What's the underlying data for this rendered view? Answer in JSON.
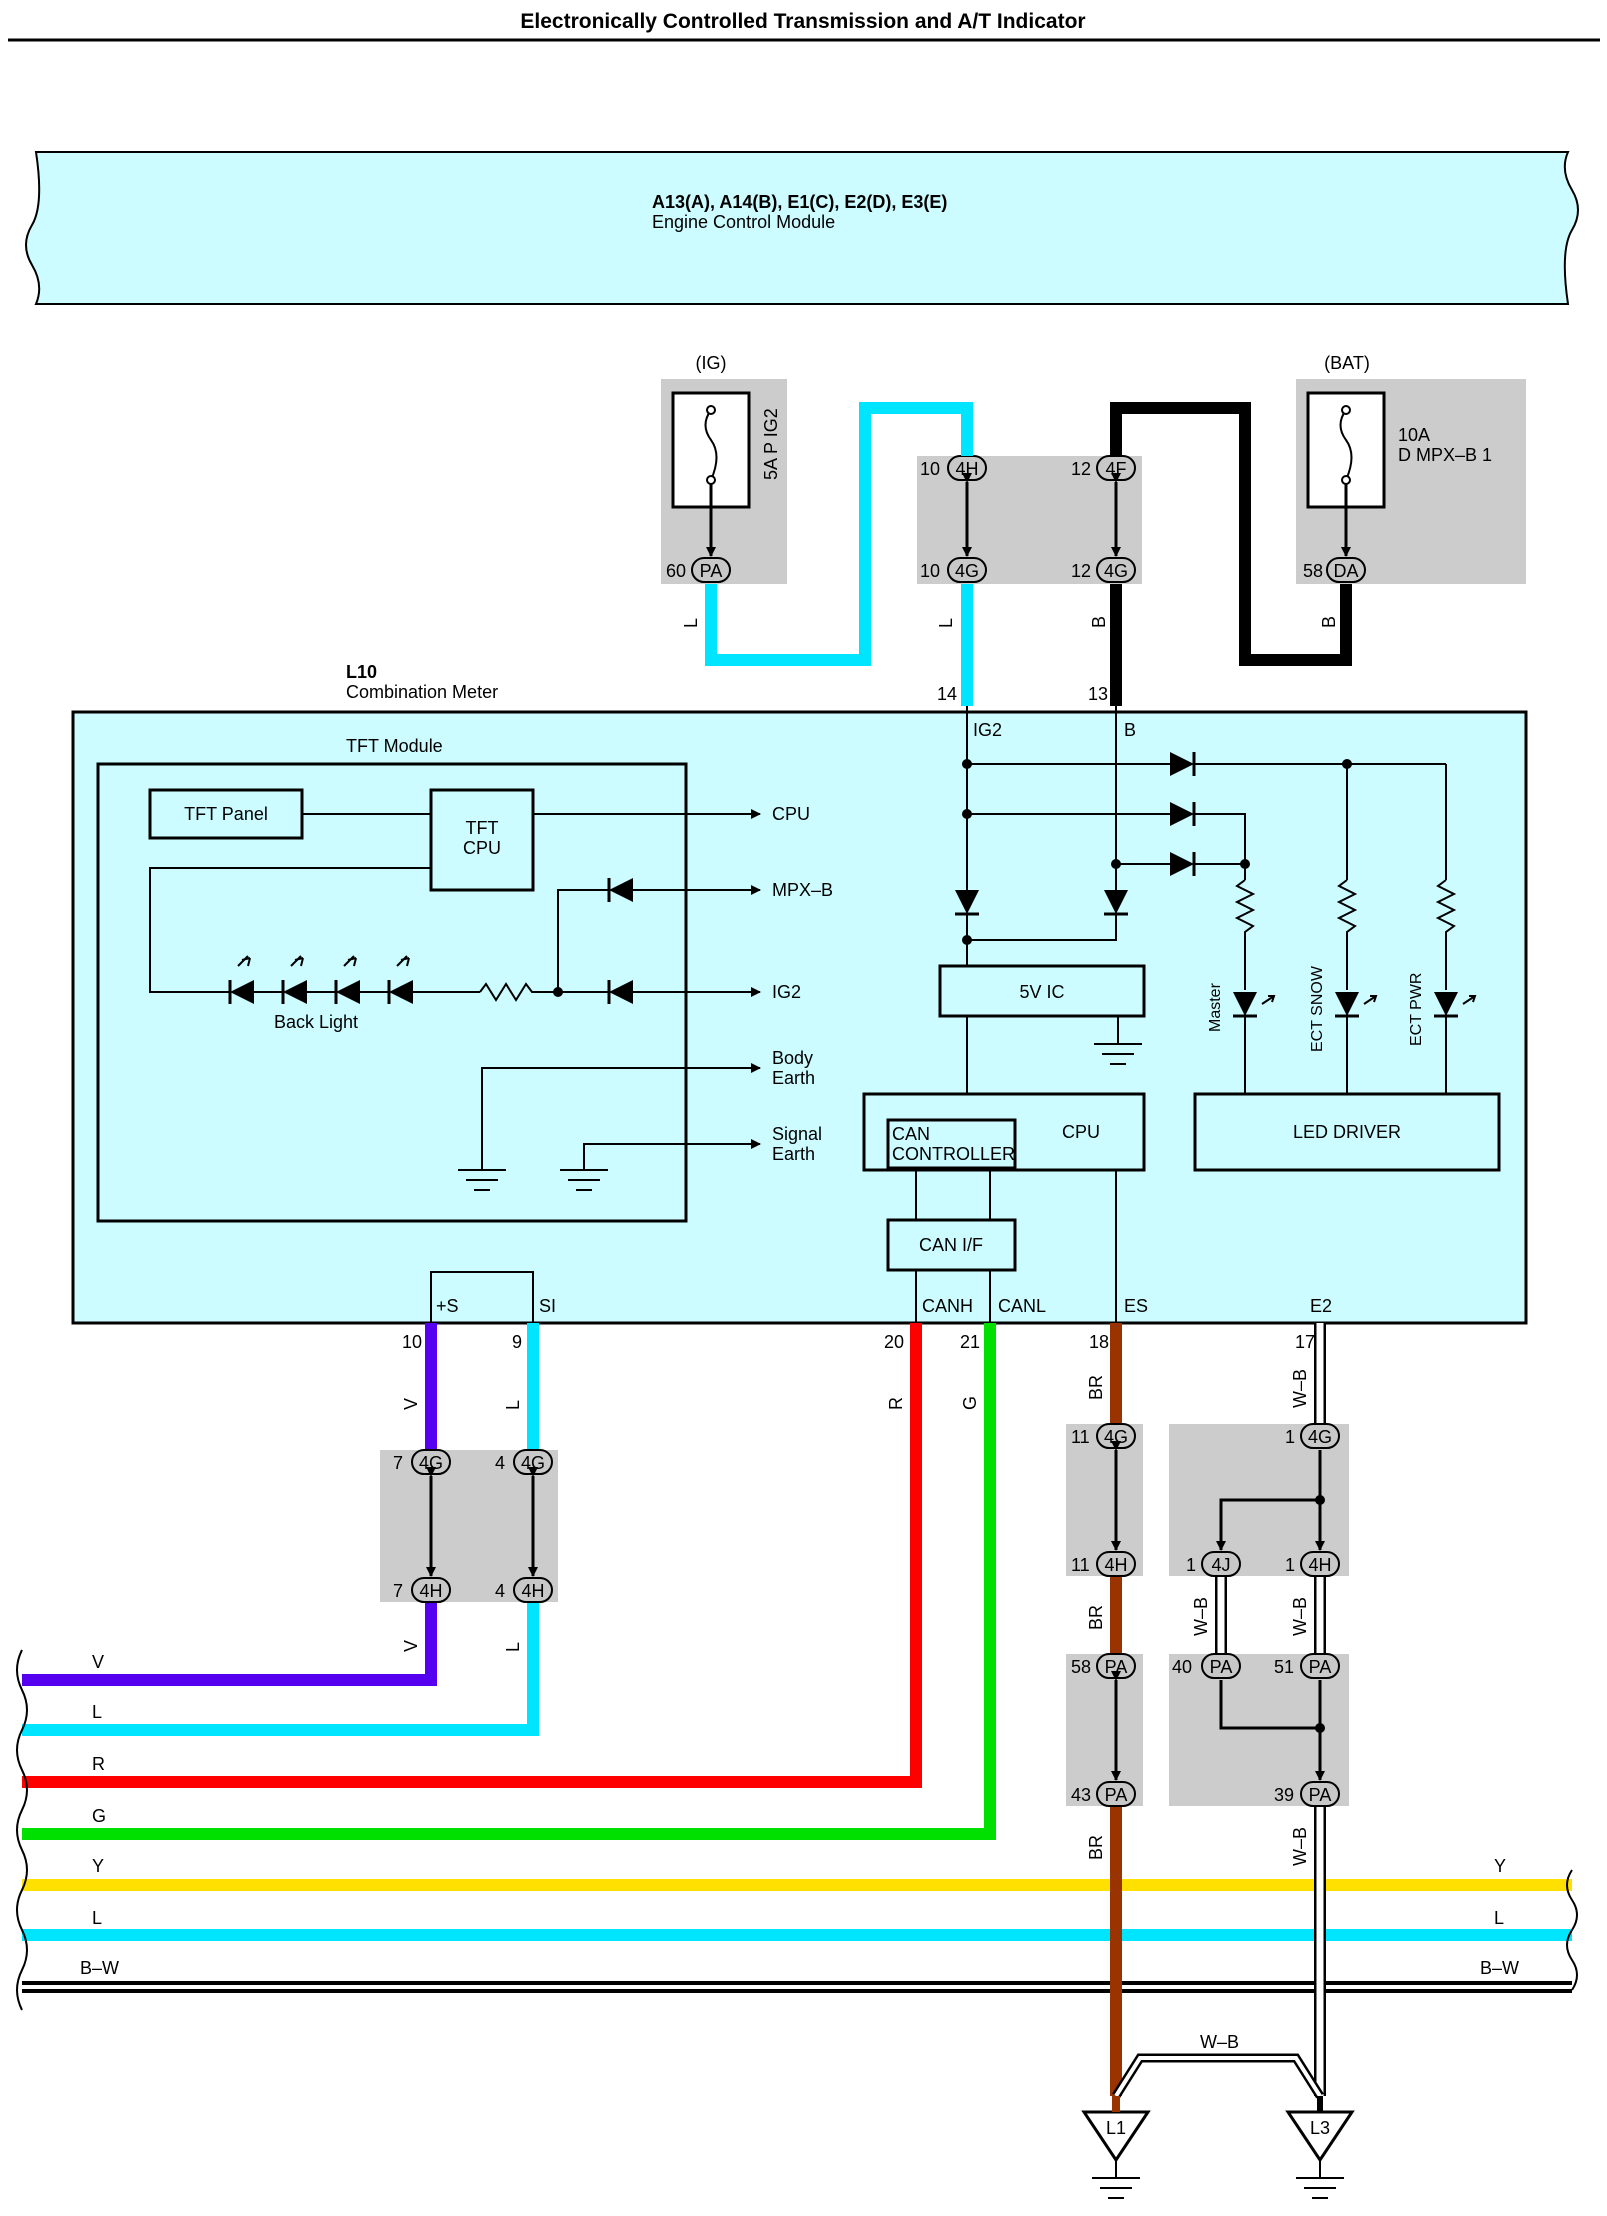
{
  "title": "Electronically Controlled Transmission and A/T Indicator",
  "ecm": {
    "connectors": "A13(A), A14(B), E1(C), E2(D), E3(E)",
    "name": "Engine Control Module"
  },
  "fuses": {
    "ig": {
      "group": "(IG)",
      "rating": "5A P IG2",
      "pin": "60",
      "conn": "PA"
    },
    "bat": {
      "group": "(BAT)",
      "rating": "10A",
      "name": "D MPX–B 1",
      "pin": "58",
      "conn": "DA"
    }
  },
  "junction_top": {
    "left": {
      "pin_top": "10",
      "conn_top": "4H",
      "pin_bot": "10",
      "conn_bot": "4G"
    },
    "right": {
      "pin_top": "12",
      "conn_top": "4F",
      "pin_bot": "12",
      "conn_bot": "4G"
    }
  },
  "wire_colors_top": {
    "ig_wire": "L",
    "ig2_wire": "L",
    "b_wire": "B",
    "bat_wire": "B"
  },
  "meter": {
    "id": "L10",
    "name": "Combination Meter",
    "pin_ig2": "14",
    "label_ig2": "IG2",
    "pin_b": "13",
    "label_b": "B",
    "tft_module": "TFT Module",
    "tft_panel": "TFT Panel",
    "tft_cpu_1": "TFT",
    "tft_cpu_2": "CPU",
    "out_cpu": "CPU",
    "out_mpxb": "MPX–B",
    "out_ig2": "IG2",
    "out_body_1": "Body",
    "out_body_2": "Earth",
    "out_signal_1": "Signal",
    "out_signal_2": "Earth",
    "back_light": "Back Light",
    "ic_5v": "5V IC",
    "cpu": "CPU",
    "can_ctrl_1": "CAN",
    "can_ctrl_2": "CONTROLLER",
    "can_if": "CAN I/F",
    "led_driver": "LED DRIVER",
    "ind_master": "Master",
    "ind_snow": "ECT SNOW",
    "ind_pwr": "ECT PWR",
    "term_s": "+S",
    "term_si": "SI",
    "term_canh": "CANH",
    "term_canl": "CANL",
    "term_es": "ES",
    "term_e2": "E2"
  },
  "bottom_pins": {
    "s": "10",
    "si": "9",
    "canh": "20",
    "canl": "21",
    "es": "18",
    "e2": "17"
  },
  "bottom_colors": {
    "s": "V",
    "si": "L",
    "canh": "R",
    "canl": "G",
    "es": "BR",
    "e2": "W–B"
  },
  "left_junction": {
    "pin_a_top": "7",
    "conn_a_top": "4G",
    "pin_b_top": "4",
    "conn_b_top": "4G",
    "pin_a_bot": "7",
    "conn_a_bot": "4H",
    "pin_b_bot": "4",
    "conn_b_bot": "4H"
  },
  "es_junction": {
    "pin1": "11",
    "conn1": "4G",
    "pin2": "11",
    "conn2": "4H",
    "pin3": "58",
    "conn3": "PA",
    "pin4": "43",
    "conn4": "PA"
  },
  "e2_junction": {
    "pin1": "1",
    "conn1": "4G",
    "pin_4j": "1",
    "conn_4j": "4J",
    "pin_4h": "1",
    "conn_4h": "4H",
    "pin_40": "40",
    "conn_40": "PA",
    "pin_51": "51",
    "conn_51": "PA",
    "pin_39": "39",
    "conn_39": "PA"
  },
  "bus": [
    {
      "label": "V",
      "color": "#5500ee"
    },
    {
      "label": "L",
      "color": "#00e5ff"
    },
    {
      "label": "R",
      "color": "#ff0000"
    },
    {
      "label": "G",
      "color": "#00e000"
    },
    {
      "label": "Y",
      "color": "#ffe000"
    },
    {
      "label": "L",
      "color": "#00e5ff"
    },
    {
      "label": "B–W",
      "color": "#000000"
    }
  ],
  "ground_wire": "W–B",
  "grounds": {
    "g1": "L1",
    "g3": "L3"
  },
  "colors": {
    "panel_fill": "#ccfcff",
    "cyan": "#00e5ff",
    "black": "#000000",
    "violet": "#5500ee",
    "red": "#ff0000",
    "green": "#00e000",
    "brown": "#993300",
    "yellow": "#ffe000",
    "grey_conn": "#cccccc"
  }
}
